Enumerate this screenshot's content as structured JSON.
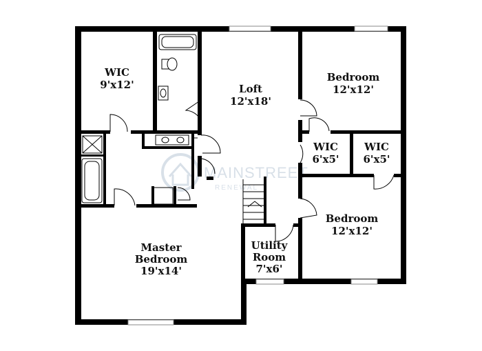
{
  "rooms": {
    "wic_master": {
      "name": "WIC",
      "size": "9'x12'"
    },
    "loft": {
      "name": "Loft",
      "size": "12'x18'"
    },
    "bedroom_top": {
      "name": "Bedroom",
      "size": "12'x12'"
    },
    "wic_small_1": {
      "name": "WIC",
      "size": "6'x5'"
    },
    "wic_small_2": {
      "name": "WIC",
      "size": "6'x5'"
    },
    "bedroom_bottom": {
      "name": "Bedroom",
      "size": "12'x12'"
    },
    "utility": {
      "name_line1": "Utility",
      "name_line2": "Room",
      "size": "7'x6'"
    },
    "master": {
      "name_line1": "Master",
      "name_line2": "Bedroom",
      "size": "19'x14'"
    }
  },
  "watermark": {
    "main": "MAINSTREET",
    "sub": "RENEWAL"
  },
  "colors": {
    "wall": "#000000",
    "window": "#9a9a9a",
    "background": "#ffffff",
    "watermark": "#d4dde6"
  }
}
